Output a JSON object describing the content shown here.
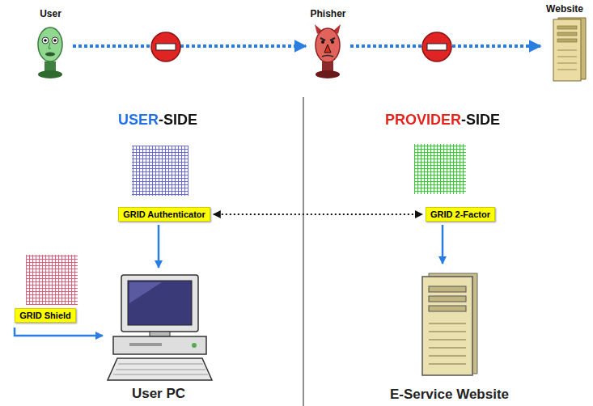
{
  "diagram": {
    "nodes": [
      {
        "text": [
          "User"
        ]
      },
      {
        "text": [
          "Phisher"
        ]
      },
      {
        "text": [
          "Website"
        ]
      },
      {
        "text": [
          "GRID Authenticator"
        ]
      },
      {
        "text": [
          "GRID 2-Factor"
        ]
      },
      {
        "text": [
          "GRID Shield"
        ]
      },
      {
        "text": [
          "User PC"
        ]
      },
      {
        "text": [
          "E-Service Website"
        ]
      }
    ],
    "edges": [
      {
        "from": 0,
        "to": 1,
        "arrow": "to"
      },
      {
        "from": 1,
        "to": 2,
        "arrow": "to"
      },
      {
        "from": 3,
        "to": 4,
        "arrow": "both"
      },
      {
        "from": 3,
        "to": 6,
        "arrow": "to"
      },
      {
        "from": 4,
        "to": 7,
        "arrow": "to"
      },
      {
        "from": 5,
        "to": 6,
        "arrow": "to"
      }
    ],
    "labels": [
      "USER-SIDE",
      "PROVIDER-SIDE"
    ]
  }
}
